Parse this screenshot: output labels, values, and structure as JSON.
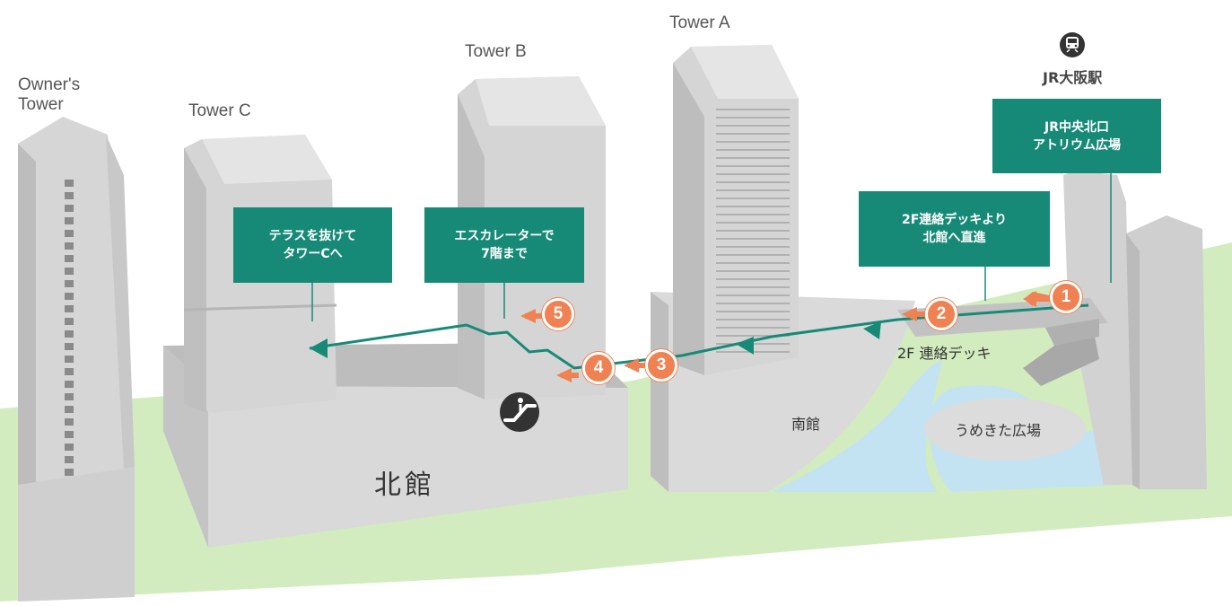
{
  "towers": {
    "owners": "Owner's\nTower",
    "owners_line1": "Owner's",
    "owners_line2": "Tower",
    "c": "Tower C",
    "b": "Tower B",
    "a": "Tower A"
  },
  "station": {
    "name": "JR大阪駅",
    "icon": "train-icon"
  },
  "callouts": {
    "atrium": [
      "JR中央北口",
      "アトリウム広場"
    ],
    "deck": [
      "2F連絡デッキより",
      "北館へ直進"
    ],
    "escalator": [
      "エスカレーターで",
      "7階まで"
    ],
    "terrace": [
      "テラスを抜けて",
      "タワーCへ"
    ]
  },
  "areas": {
    "north": "北館",
    "south": "南館",
    "deck": "2F 連絡デッキ",
    "plaza": "うめきた広場"
  },
  "steps": [
    "1",
    "2",
    "3",
    "4",
    "5"
  ],
  "escalator_icon": "escalator-info-icon",
  "colors": {
    "route": "#178a77",
    "callout_bg": "#178a77",
    "step_badge": "#ef8152",
    "ground": "#d2ecbf",
    "water": "#c3e2f2",
    "building": "#d9d9d9"
  }
}
